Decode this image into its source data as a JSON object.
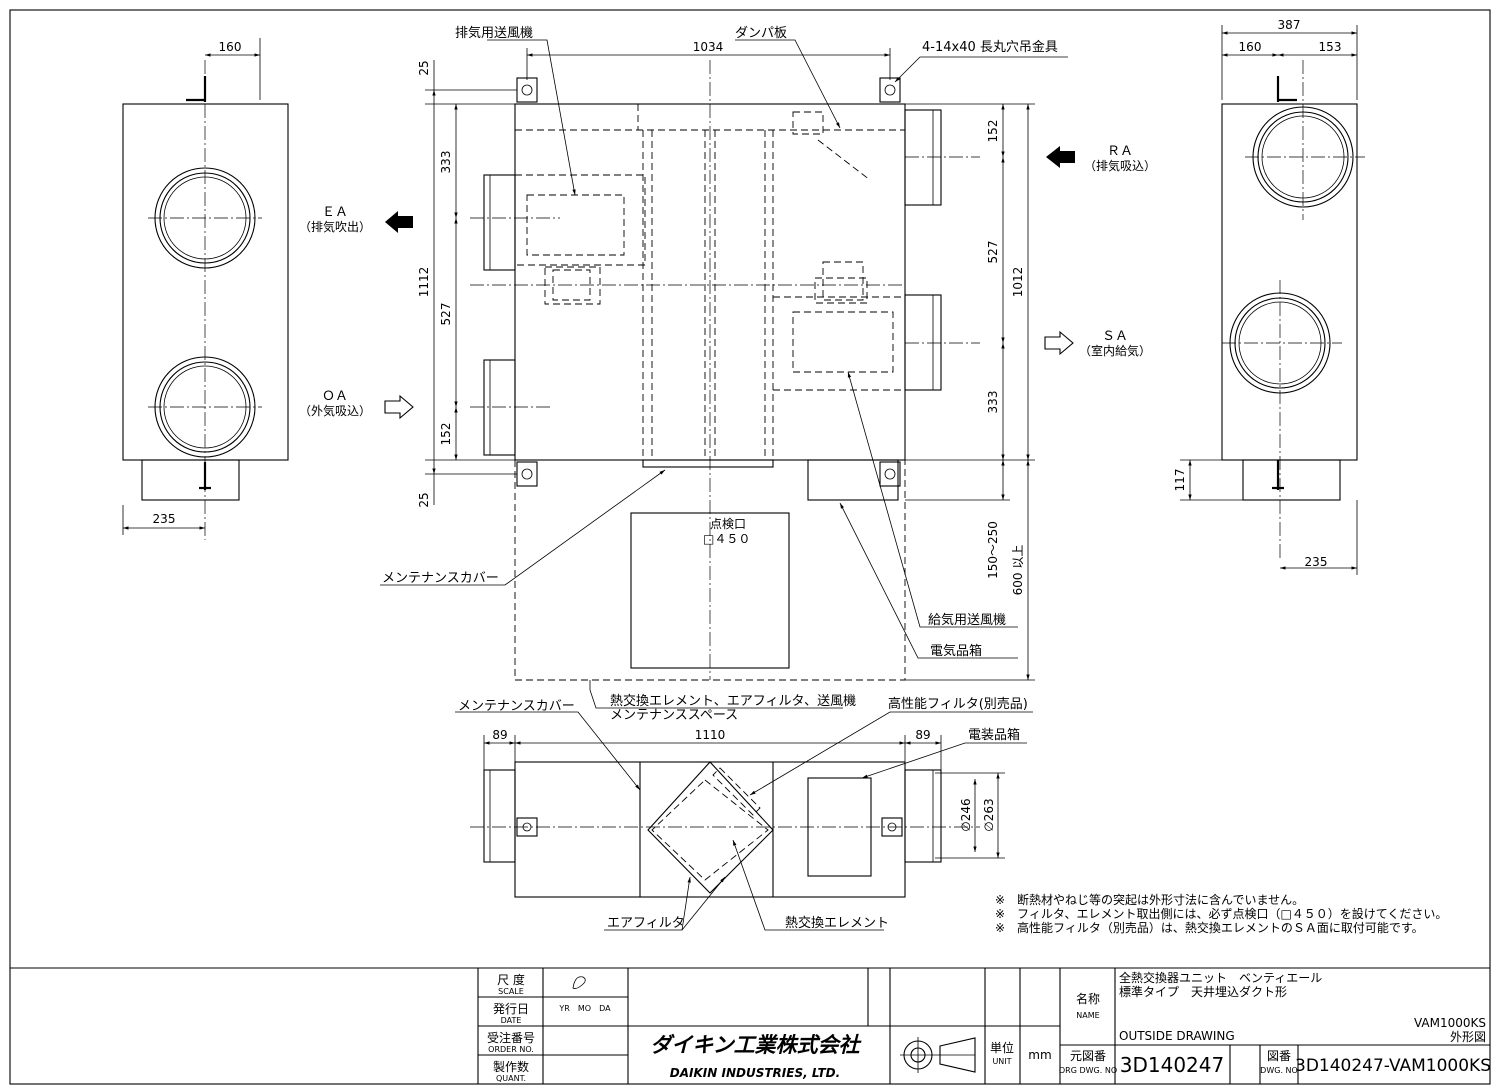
{
  "dims": {
    "left_160": "160",
    "left_235": "235",
    "front_1034": "1034",
    "front_25a": "25",
    "front_25b": "25",
    "front_333a": "333",
    "front_527a": "527",
    "front_152a": "152",
    "front_1112": "1112",
    "front_152b": "152",
    "front_527b": "527",
    "front_333b": "333",
    "front_1012": "1012",
    "front_150_250": "150～250",
    "front_600": "600 以上",
    "right_387": "387",
    "right_160": "160",
    "right_153": "153",
    "right_117": "117",
    "right_235": "235",
    "bottom_89a": "89",
    "bottom_1110": "1110",
    "bottom_89b": "89",
    "bottom_246": "∅246",
    "bottom_263": "∅263"
  },
  "labels": {
    "exhaust_fan": "排気用送風機",
    "damper_plate": "ダンパ板",
    "hanger": "4-14x40 長丸穴吊金具",
    "ea": "ＥＡ",
    "ea_sub": "（排気吹出）",
    "oa": "ＯＡ",
    "oa_sub": "（外気吸込）",
    "ra": "ＲＡ",
    "ra_sub": "（排気吸込）",
    "sa": "ＳＡ",
    "sa_sub": "（室内給気）",
    "inspection_port": "点検口",
    "inspection_size": "□４５０",
    "maintenance_cover_1": "メンテナンスカバー",
    "supply_fan": "給気用送風機",
    "electrical_box_1": "電気品箱",
    "maintenance_space_1": "熱交換エレメント、エアフィルタ、送風機",
    "maintenance_space_2": "メンテナンススペース",
    "maintenance_cover_2": "メンテナンスカバー",
    "hepa_filter": "高性能フィルタ(別売品)",
    "electrical_box_2": "電装品箱",
    "air_filter": "エアフィルタ",
    "heat_element": "熱交換エレメント"
  },
  "notes": [
    "※　断熱材やねじ等の突起は外形寸法に含んでいません。",
    "※　フィルタ、エレメント取出側には、必ず点検口（□４５０）を設けてください。",
    "※　高性能フィルタ（別売品）は、熱交換エレメントのＳＡ面に取付可能です。"
  ],
  "title_block": {
    "scale_jp": "尺 度",
    "scale_en": "SCALE",
    "date_jp": "発行日",
    "date_en": "DATE",
    "date_fields": "YR　MO　DA",
    "order_jp": "受注番号",
    "order_en": "ORDER NO.",
    "qty_jp": "製作数",
    "qty_en": "QUANT.",
    "company_jp": "ダイキン工業株式会社",
    "company_en": "DAIKIN INDUSTRIES, LTD.",
    "unit_jp": "単位",
    "unit_en": "UNIT",
    "unit_value": "mm",
    "name_jp": "名称",
    "name_en": "NAME",
    "product_line1": "全熱交換器ユニット　ベンティエール",
    "product_line2": "標準タイプ　天井埋込ダクト形",
    "outside_drawing": "OUTSIDE DRAWING",
    "model": "VAM1000KS",
    "drawing_type": "外形図",
    "orig_dwg_jp": "元図番",
    "orig_dwg_en": "ORG DWG. NO",
    "orig_dwg_no": "3D140247",
    "dwg_jp": "図番",
    "dwg_en": "DWG. NO",
    "dwg_no": "3D140247-VAM1000KS"
  }
}
